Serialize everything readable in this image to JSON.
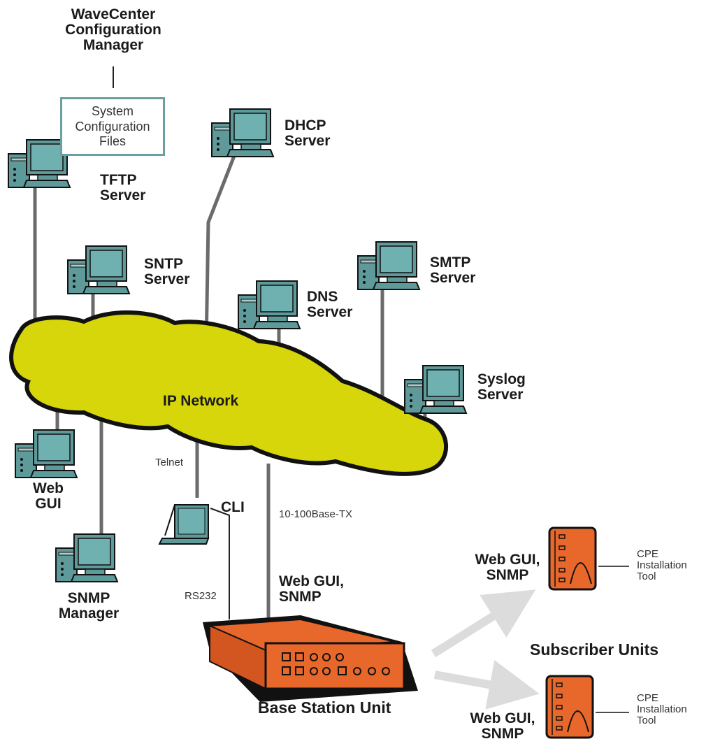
{
  "diagram": {
    "config_manager": {
      "line1": "WaveCenter",
      "line2": "Configuration",
      "line3": "Manager"
    },
    "config_files": {
      "line1": "System",
      "line2": "Configuration",
      "line3": "Files"
    },
    "tftp": {
      "line1": "TFTP",
      "line2": "Server"
    },
    "dhcp": {
      "line1": "DHCP",
      "line2": "Server"
    },
    "sntp": {
      "line1": "SNTP",
      "line2": "Server"
    },
    "dns": {
      "line1": "DNS",
      "line2": "Server"
    },
    "smtp": {
      "line1": "SMTP",
      "line2": "Server"
    },
    "syslog": {
      "line1": "Syslog",
      "line2": "Server"
    },
    "ip_network": "IP Network",
    "web_gui_client": {
      "line1": "Web",
      "line2": "GUI"
    },
    "snmp_manager": {
      "line1": "SNMP",
      "line2": "Manager"
    },
    "telnet": "Telnet",
    "cli": "CLI",
    "rs232": "RS232",
    "ethernet": "10-100Base-TX",
    "bsu_mgmt": {
      "line1": "Web GUI,",
      "line2": "SNMP"
    },
    "base_station": "Base Station Unit",
    "subscriber_units": "Subscriber Units",
    "su1_mgmt": {
      "line1": "Web GUI,",
      "line2": "SNMP"
    },
    "su2_mgmt": {
      "line1": "Web GUI,",
      "line2": "SNMP"
    },
    "cpe_tool_1": {
      "line1": "CPE",
      "line2": "Installation",
      "line3": "Tool"
    },
    "cpe_tool_2": {
      "line1": "CPE",
      "line2": "Installation",
      "line3": "Tool"
    },
    "colors": {
      "cloud_fill": "#d6d60a",
      "device_orange": "#e8672a",
      "monitor_teal": "#5e9a9a",
      "arrow_gray": "#dcdcdc"
    }
  }
}
